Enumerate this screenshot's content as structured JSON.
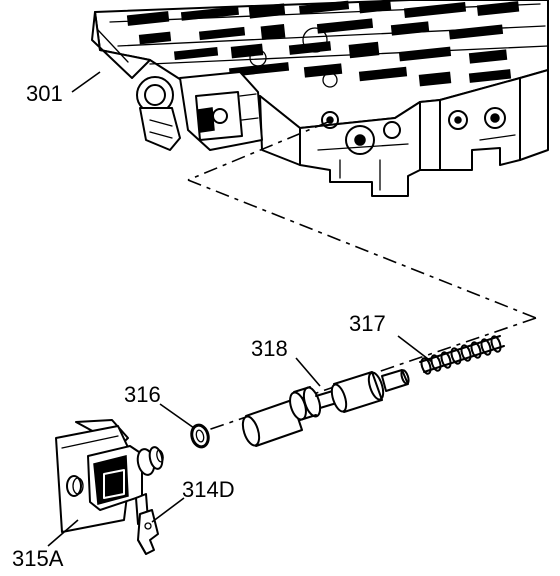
{
  "callouts": {
    "valve_body": "301",
    "spring": "317",
    "valve": "318",
    "seal": "316",
    "retainer": "314D",
    "solenoid": "315A"
  }
}
